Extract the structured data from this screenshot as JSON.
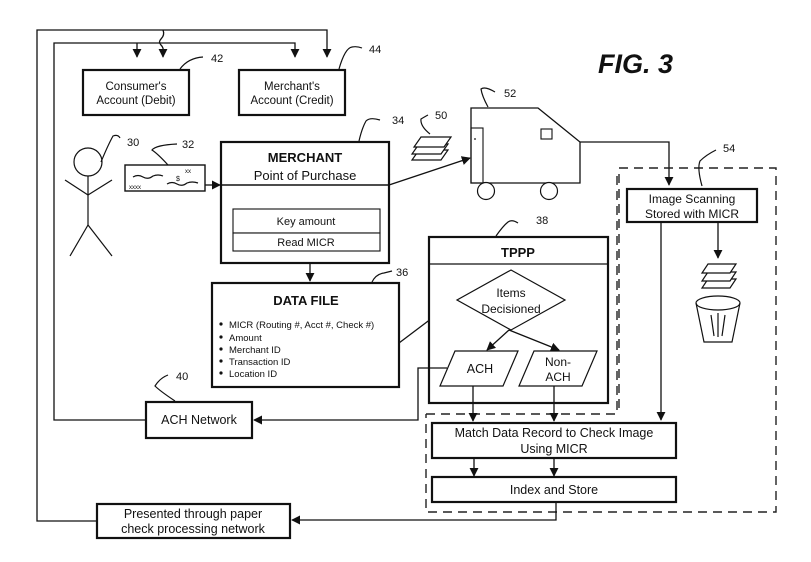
{
  "figure": {
    "title": "FIG. 3"
  },
  "refs": {
    "person": "30",
    "check": "32",
    "merchant": "34",
    "data_file": "36",
    "tppp": "38",
    "ach_network": "40",
    "consumer_account": "42",
    "merchant_account": "44",
    "paper_stack": "50",
    "truck": "52",
    "image_scanning": "54"
  },
  "nodes": {
    "consumer_account": {
      "line1": "Consumer's",
      "line2": "Account (Debit)"
    },
    "merchant_account": {
      "line1": "Merchant's",
      "line2": "Account (Credit)"
    },
    "merchant": {
      "title": "MERCHANT",
      "subtitle": "Point of Purchase",
      "key_amount": "Key amount",
      "read_micr": "Read MICR"
    },
    "check": {
      "amount_mark": "$",
      "cents_mark": "xx",
      "number_mark": "xxxx"
    },
    "data_file": {
      "title": "DATA FILE",
      "items": [
        "MICR (Routing #, Acct #, Check #)",
        "Amount",
        "Merchant ID",
        "Transaction ID",
        "Location ID"
      ]
    },
    "tppp": {
      "title": "TPPP",
      "decision_line1": "Items",
      "decision_line2": "Decisioned",
      "ach": "ACH",
      "non_ach_line1": "Non-",
      "non_ach_line2": "ACH"
    },
    "ach_network": {
      "label": "ACH Network"
    },
    "image_scanning": {
      "line1": "Image Scanning",
      "line2": "Stored with MICR"
    },
    "match": {
      "line1": "Match Data Record to Check Image",
      "line2": "Using MICR"
    },
    "index_store": {
      "label": "Index and Store"
    },
    "paper_network": {
      "line1": "Presented through paper",
      "line2": "check processing network"
    }
  }
}
